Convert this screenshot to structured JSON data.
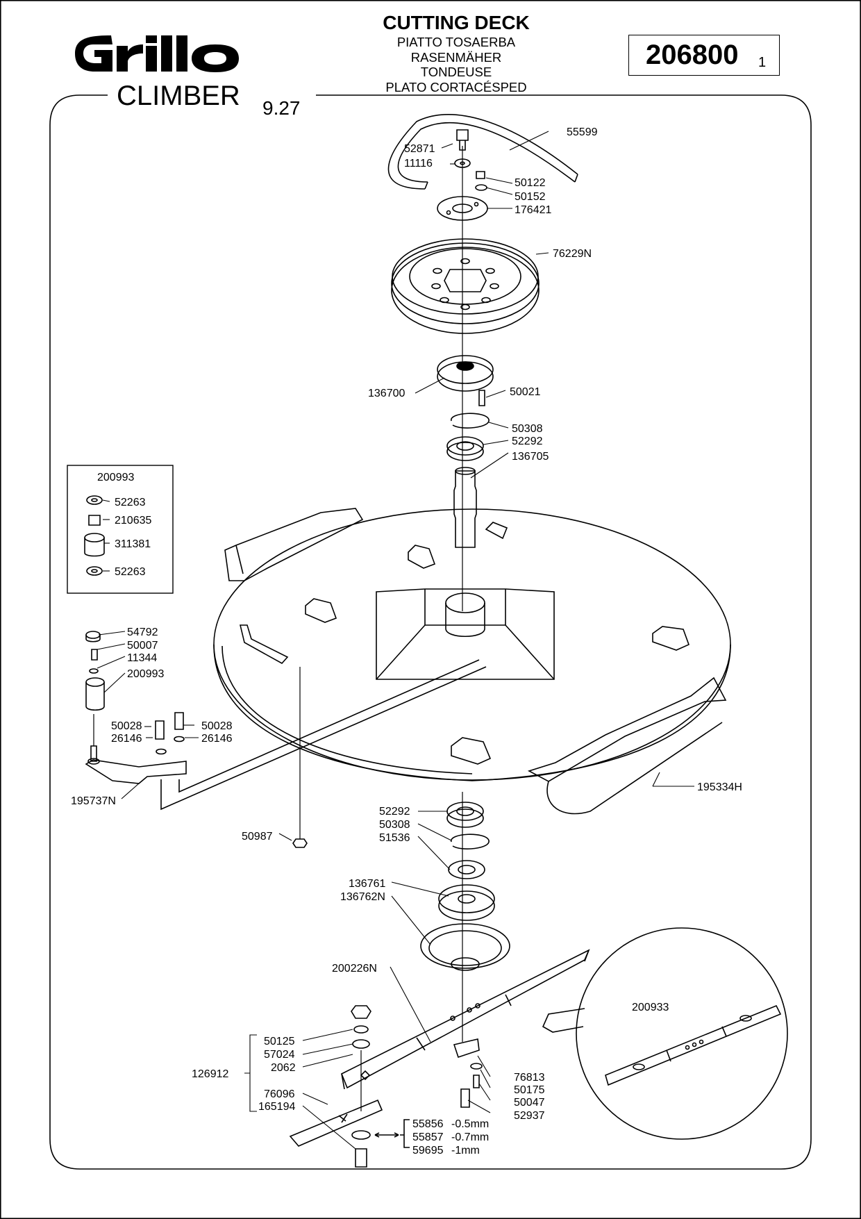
{
  "brand": {
    "logo_text": "Grillo",
    "model": "CLIMBER",
    "model_version": "9.27"
  },
  "title": {
    "main": "CUTTING DECK",
    "translations": [
      "PIATTO TOSAERBA",
      "RASENMÄHER",
      "TONDEUSE",
      "PLATO CORTACÉSPED"
    ]
  },
  "drawing_number": {
    "number": "206800",
    "sheet": "1"
  },
  "callouts": {
    "c55599": "55599",
    "c52871": "52871",
    "c11116": "11116",
    "c50122": "50122",
    "c50152": "50152",
    "c176421": "176421",
    "c76229N": "76229N",
    "c136700": "136700",
    "c50021": "50021",
    "c50308a": "50308",
    "c52292a": "52292",
    "c136705": "136705",
    "c54792": "54792",
    "c50007": "50007",
    "c11344": "11344",
    "c200993b": "200993",
    "c50028a": "50028",
    "c26146a": "26146",
    "c50028b": "50028",
    "c26146b": "26146",
    "c195737N": "195737N",
    "c50987": "50987",
    "c195334H": "195334H",
    "c52292b": "52292",
    "c50308b": "50308",
    "c51536": "51536",
    "c136761": "136761",
    "c136762N": "136762N",
    "c200226N": "200226N",
    "c50125": "50125",
    "c57024": "57024",
    "c2062": "2062",
    "c126912": "126912",
    "c76096": "76096",
    "c165194": "165194",
    "c76813": "76813",
    "c50175": "50175",
    "c50047": "50047",
    "c52937": "52937"
  },
  "kit_box": {
    "title": "200993",
    "items": [
      "52263",
      "210635",
      "311381",
      "52263"
    ]
  },
  "shims": [
    {
      "code": "55856",
      "thickness": "-0.5mm"
    },
    {
      "code": "55857",
      "thickness": "-0.7mm"
    },
    {
      "code": "59695",
      "thickness": "-1mm"
    }
  ],
  "detail_circle": {
    "label": "200933"
  }
}
